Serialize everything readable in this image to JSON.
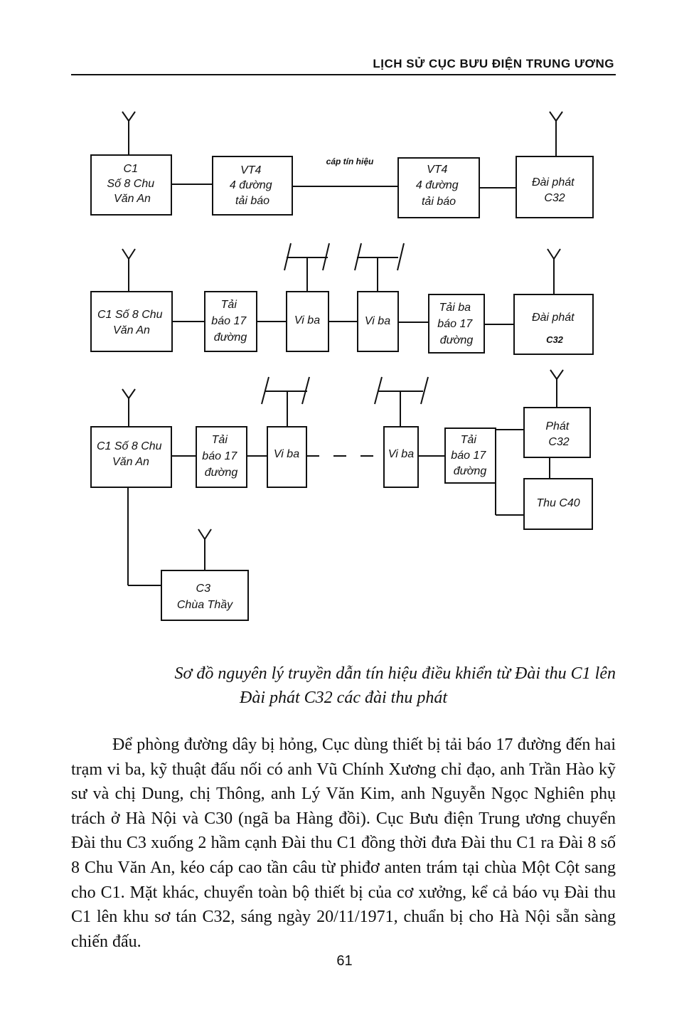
{
  "header": {
    "title": "LỊCH SỬ CỤC BƯU ĐIỆN TRUNG ƯƠNG"
  },
  "diagram": {
    "row1": {
      "c1": [
        "C1",
        "Số 8 Chu",
        "Văn An"
      ],
      "vt4_left": [
        "VT4",
        "4 đường",
        "tải báo"
      ],
      "cable_label": "cáp tín hiệu",
      "vt4_right": [
        "VT4",
        "4 đường",
        "tải báo"
      ],
      "dai_phat": [
        "Đài phát",
        "C32"
      ]
    },
    "row2": {
      "c1": [
        "C1 Số 8 Chu",
        "Văn An"
      ],
      "tai_bao_left": [
        "Tải",
        "báo 17",
        "đường"
      ],
      "viba_left": "Vi ba",
      "viba_right": "Vi ba",
      "tai_ba_right": [
        "Tải ba",
        "báo 17",
        "đường"
      ],
      "dai_phat": [
        "Đài phát",
        "C32"
      ]
    },
    "row3": {
      "c1": [
        "C1 Số 8 Chu",
        "Văn An"
      ],
      "tai_bao_left": [
        "Tải",
        "báo 17",
        "đường"
      ],
      "viba_left": "Vi ba",
      "viba_right": "Vi ba",
      "tai_bao_right": [
        "Tải",
        "báo 17",
        "đường"
      ],
      "phat": [
        "Phát",
        "C32"
      ],
      "thu": "Thu C40",
      "c3": [
        "C3",
        "Chùa Thầy"
      ]
    }
  },
  "caption": {
    "line1": "Sơ đồ nguyên lý truyền dẫn tín hiệu điều khiển từ Đài thu C1 lên",
    "line2": "Đài phát C32 các đài thu phát"
  },
  "body": {
    "paragraph": "Để phòng đường dây bị hỏng, Cục dùng thiết bị tải báo 17 đường đến hai trạm vi ba, kỹ thuật đấu nối có anh Vũ Chính Xương chỉ đạo, anh Trần Hào kỹ sư và chị Dung, chị Thông, anh Lý Văn Kim, anh Nguyễn Ngọc Nghiên phụ trách ở Hà Nội và C30 (ngã ba Hàng đồi). Cục Bưu điện Trung ương chuyển Đài thu C3 xuống 2 hầm cạnh Đài thu C1 đồng thời đưa Đài thu C1 ra Đài 8 số 8 Chu Văn An, kéo cáp cao tần câu từ phiđơ anten trám tại chùa Một Cột sang cho C1. Mặt khác, chuyển toàn bộ thiết bị của cơ xưởng, kể cả báo vụ Đài thu C1 lên khu sơ tán C32, sáng ngày 20/11/1971, chuẩn bị cho Hà Nội sẵn sàng chiến đấu."
  },
  "page_number": "61"
}
